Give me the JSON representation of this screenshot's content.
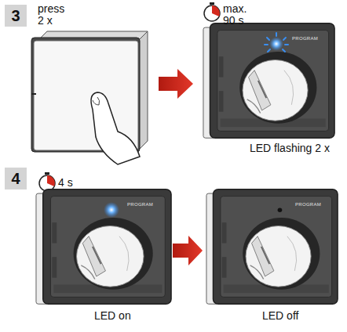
{
  "diagram": {
    "nodes": [
      {
        "text": [
          "3"
        ]
      },
      {
        "text": [
          "4"
        ]
      }
    ],
    "labels": [
      "press 2 x",
      "max. 90 s",
      "PROGRAM",
      "LED flashing 2 x",
      "4 s",
      "PROGRAM",
      "LED on",
      "PROGRAM",
      "LED off"
    ]
  }
}
